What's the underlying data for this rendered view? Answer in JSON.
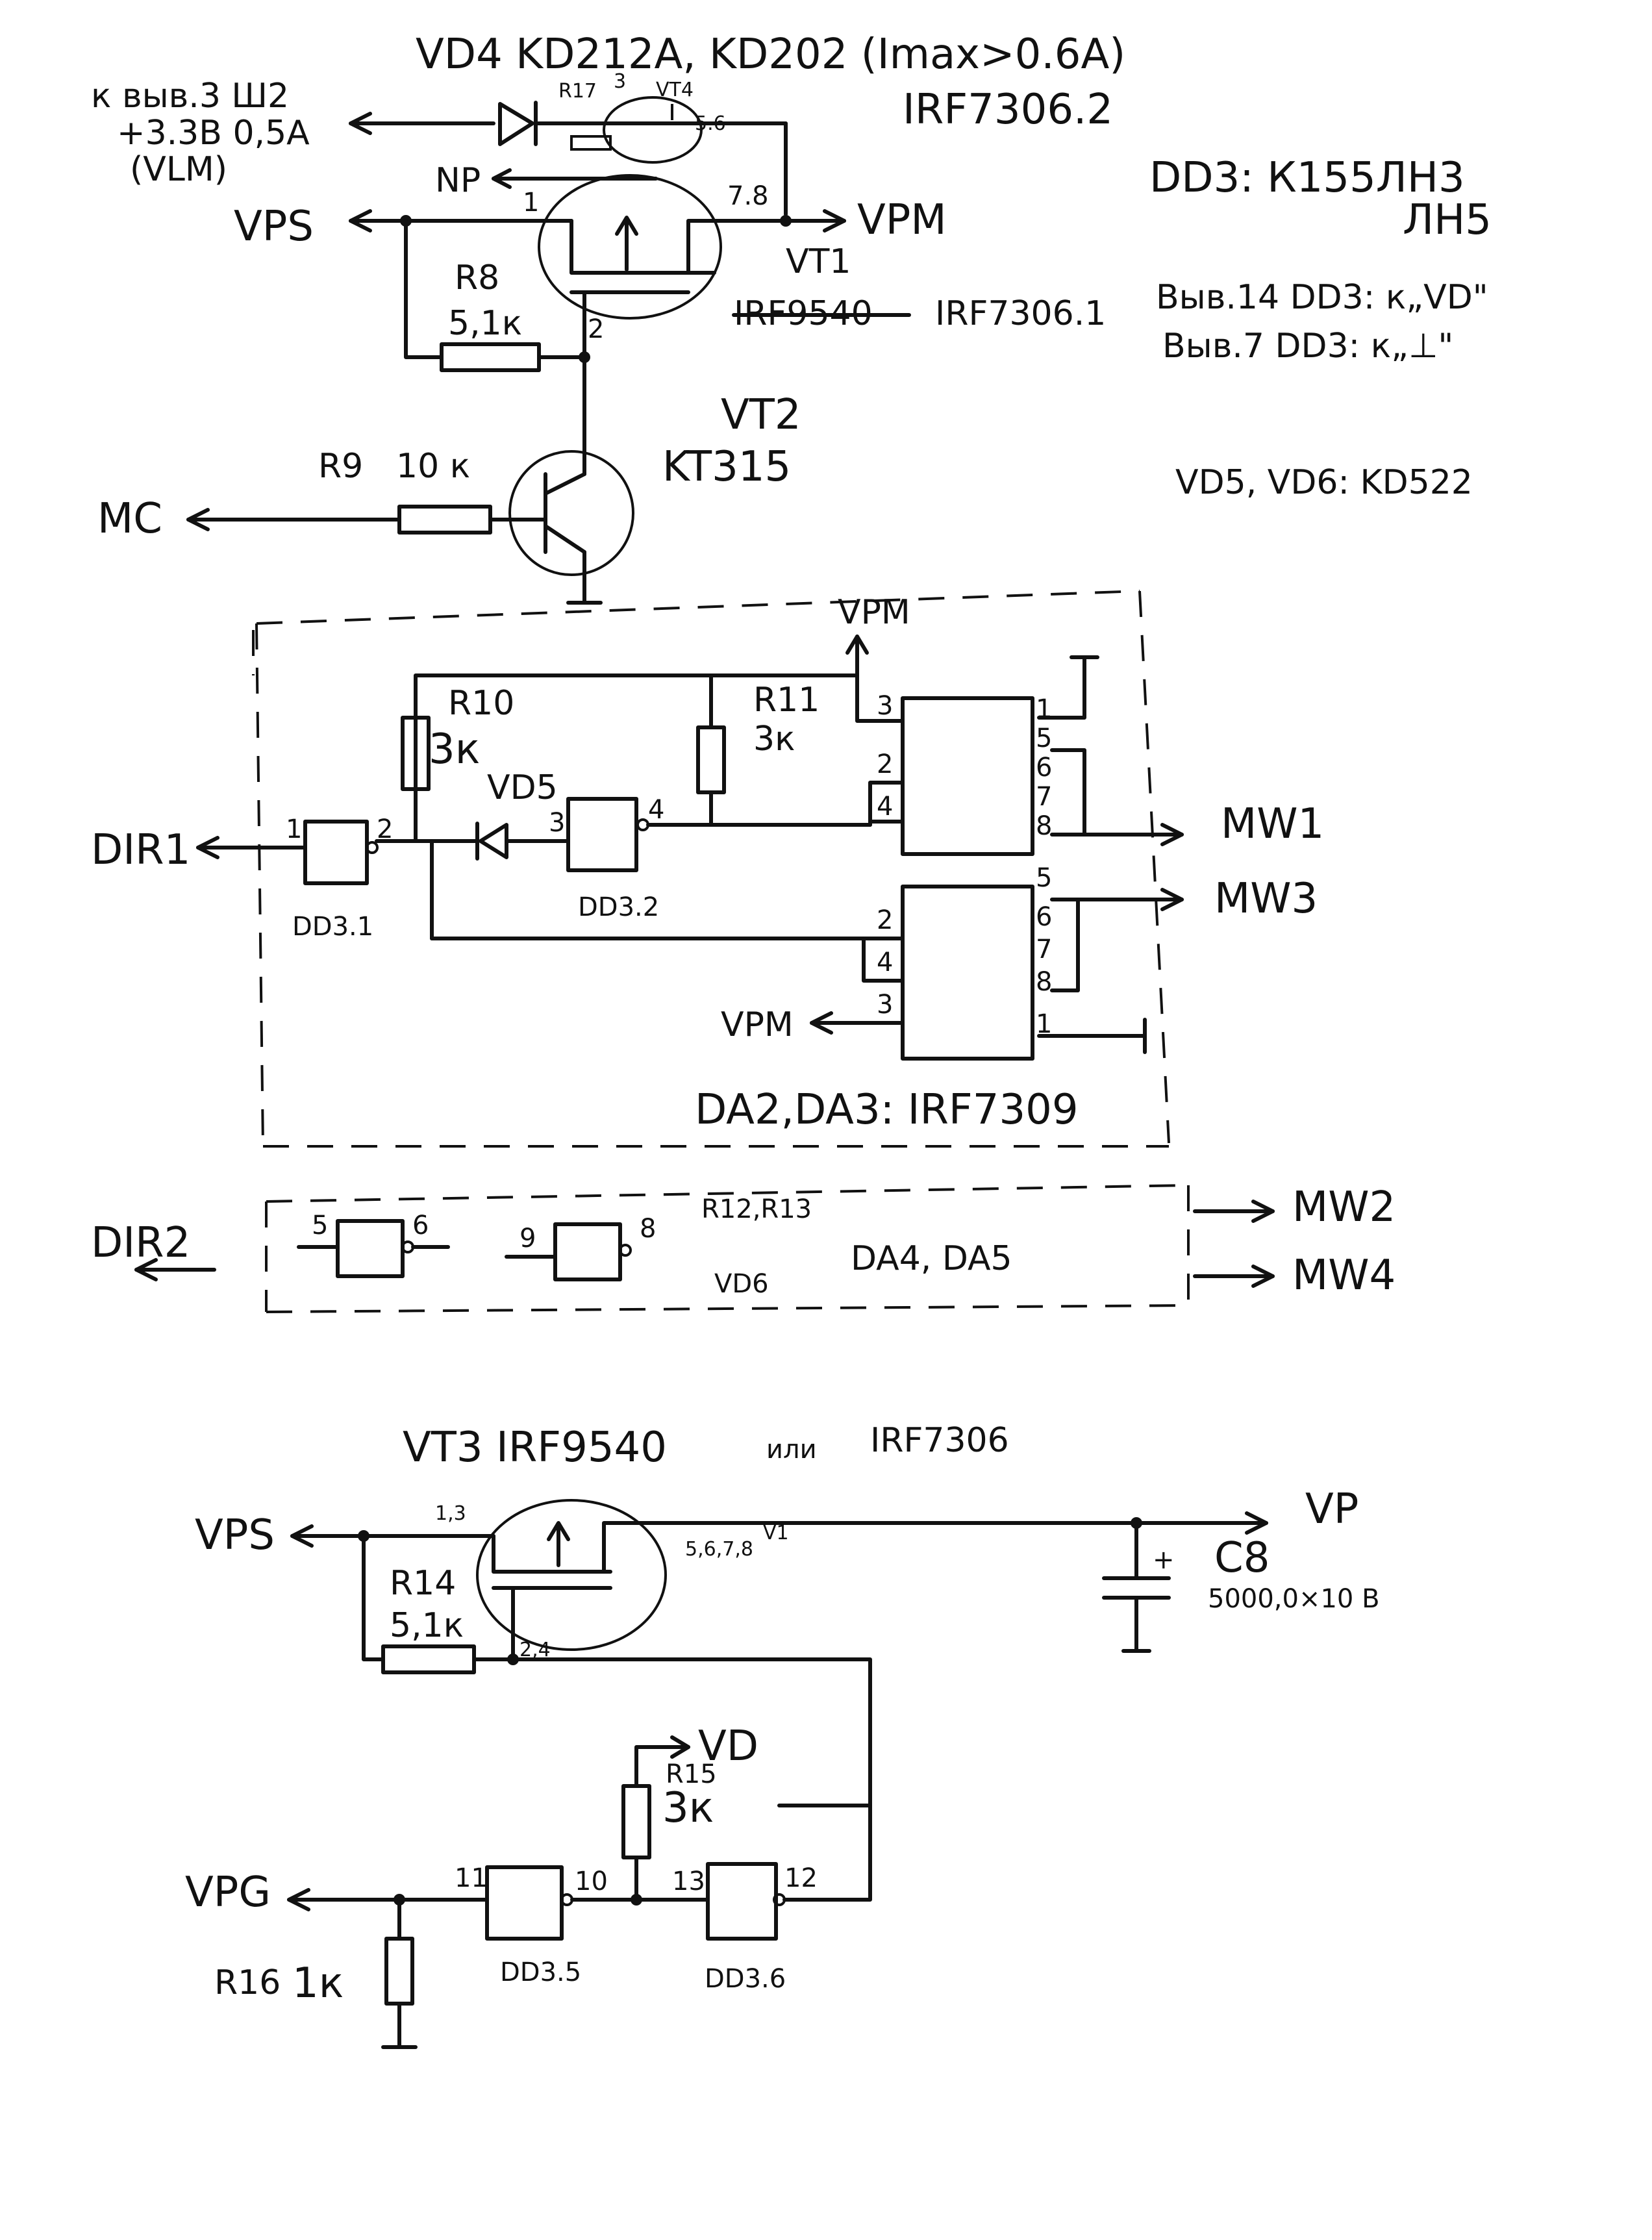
{
  "top_section": {
    "title_diode": "VD4 KD212A, KD202 (Imax>0.6A)",
    "vt4_type": "IRF7306.2",
    "shsh_label": "к выв.3 Ш2",
    "supply_label": "+3.3В 0,5А",
    "vlm_label": "(VLM)",
    "r17_label": "R17",
    "r17_pins": "3",
    "vt4_label": "VT4",
    "vt4_pins": "5.6",
    "np_label": "NP",
    "vps_label": "VPS",
    "vt1_pin1": "1",
    "vt1_pin78": "7.8",
    "vpm_label": "VPM",
    "r8_label": "R8",
    "r8_value": "5,1к",
    "vt1_pin2": "2",
    "vt1_label": "VT1",
    "vt1_struck": "IRF9540",
    "vt1_type": "IRF7306.1",
    "vt2_label": "VT2",
    "vt2_type": "KT315",
    "r9_label": "R9",
    "r9_value": "10 к",
    "mc_label": "MC"
  },
  "notes": {
    "dd3_line1": "DD3: К155ЛН3",
    "dd3_line2": "ЛН5",
    "pin14_note": "Выв.14 DD3: к„VD\"",
    "pin7_note": "Выв.7 DD3: к„⊥\"",
    "vd5_vd6": "VD5, VD6: KD522"
  },
  "middle_section": {
    "vpm_top": "VPM",
    "r10_label": "R10",
    "r10_value": "3к",
    "r11_label": "R11",
    "r11_value": "3к",
    "vd5_label": "VD5",
    "dir1_label": "DIR1",
    "dd31_pin_in": "1",
    "dd31_pin_out": "2",
    "dd31_label": "DD3.1",
    "dd32_pin_in": "3",
    "dd32_pin_out": "4",
    "dd32_label": "DD3.2",
    "da2_pins": [
      "3",
      "2",
      "4",
      "1",
      "5",
      "6",
      "7",
      "8"
    ],
    "da3_pins": [
      "2",
      "4",
      "3",
      "5",
      "6",
      "7",
      "8",
      "1"
    ],
    "mw1_label": "MW1",
    "mw3_label": "MW3",
    "vpm_bottom": "VPM",
    "da_label": "DA2,DA3: IRF7309"
  },
  "second_channel": {
    "dir2_label": "DIR2",
    "g1_pin_in": "5",
    "g1_pin_out": "6",
    "g2_pin_in": "9",
    "g2_pin_out": "8",
    "resistors_label": "R12,R13",
    "diode_label": "VD6",
    "da_label": "DA4, DA5",
    "mw2_label": "MW2",
    "mw4_label": "MW4"
  },
  "bottom_section": {
    "vt3_title": "VT3 IRF9540",
    "or_word": "или",
    "vt3_alt": "IRF7306",
    "vps_label": "VPS",
    "vt3_pin13": "1,3",
    "vt3_pin5678": "5,6,7,8",
    "vt3_suffix": "V1",
    "vp_label": "VP",
    "c8_label": "C8",
    "c8_value": "5000,0×10 В",
    "c8_plus": "+",
    "r14_label": "R14",
    "r14_value": "5,1к",
    "vt3_pin24": "2,4",
    "vd_label": "VD",
    "r15_label": "R15",
    "r15_value": "3к",
    "vpg_label": "VPG",
    "dd35_pin_in": "11",
    "dd35_pin_out": "10",
    "dd36_pin_in": "13",
    "dd36_pin_out": "12",
    "dd35_label": "DD3.5",
    "dd36_label": "DD3.6",
    "r16_label": "R16",
    "r16_value": "1к"
  }
}
